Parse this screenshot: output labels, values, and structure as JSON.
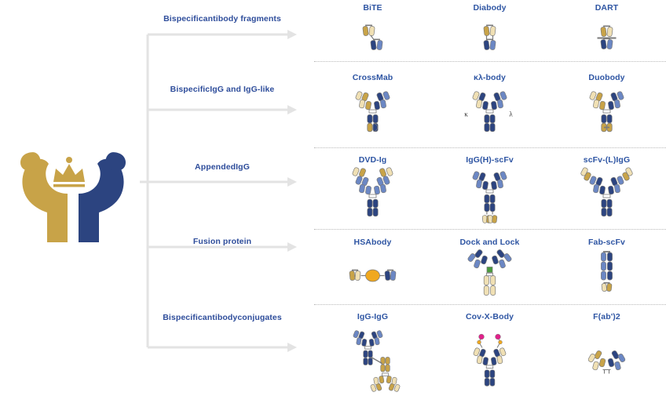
{
  "colors": {
    "gold": "#c8a348",
    "gold_light": "#f0e0b4",
    "navy": "#2c4480",
    "blue_mid": "#6b87c4",
    "blue_light": "#9fb4dc",
    "orange": "#f0a81e",
    "green": "#4a9a3c",
    "magenta": "#e0218a",
    "heading_blue": "#2e55a3",
    "label_blue": "#2e4d9b",
    "arrow_gray": "#e3e3e3",
    "outline": "#7a7a7a",
    "separator": "#b9b9b9"
  },
  "logo": {
    "name": "flexing-arms-crown-logo",
    "left_arm_color": "#c8a348",
    "right_arm_color": "#2c4480",
    "crown_color": "#c8a348"
  },
  "categories": [
    {
      "label": "Bispecificantibody fragments",
      "row": 0
    },
    {
      "label": "BispecificIgG and IgG-like",
      "row": 1
    },
    {
      "label": "AppendedIgG",
      "row": 2
    },
    {
      "label": "Fusion protein",
      "row": 3
    },
    {
      "label": "Bispecificantibodyconjugates",
      "row": 4
    }
  ],
  "rows": [
    {
      "category": "Bispecificantibody fragments",
      "items": [
        {
          "title": "BiTE",
          "art": "bite"
        },
        {
          "title": "Diabody",
          "art": "diabody"
        },
        {
          "title": "DART",
          "art": "dart"
        }
      ]
    },
    {
      "category": "BispecificIgG and IgG-like",
      "items": [
        {
          "title": "CrossMab",
          "art": "crossmab"
        },
        {
          "title": "κλ-body",
          "art": "klbody",
          "annotations": [
            {
              "text": "κ",
              "side": "left"
            },
            {
              "text": "λ",
              "side": "right"
            }
          ]
        },
        {
          "title": "Duobody",
          "art": "duobody"
        }
      ]
    },
    {
      "category": "AppendedIgG",
      "items": [
        {
          "title": "DVD-Ig",
          "art": "dvdig"
        },
        {
          "title": "IgG(H)-scFv",
          "art": "igghscfv"
        },
        {
          "title": "scFv-(L)IgG",
          "art": "scfvligg"
        }
      ]
    },
    {
      "category": "Fusion protein",
      "items": [
        {
          "title": "HSAbody",
          "art": "hsabody"
        },
        {
          "title": "Dock and Lock",
          "art": "dockandlock"
        },
        {
          "title": "Fab-scFv",
          "art": "fabscfv"
        }
      ]
    },
    {
      "category": "Bispecificantibodyconjugates",
      "items": [
        {
          "title": "IgG-IgG",
          "art": "igigg"
        },
        {
          "title": "Cov-X-Body",
          "art": "covxbody"
        },
        {
          "title": "F(ab')2",
          "art": "fab2"
        }
      ]
    }
  ]
}
